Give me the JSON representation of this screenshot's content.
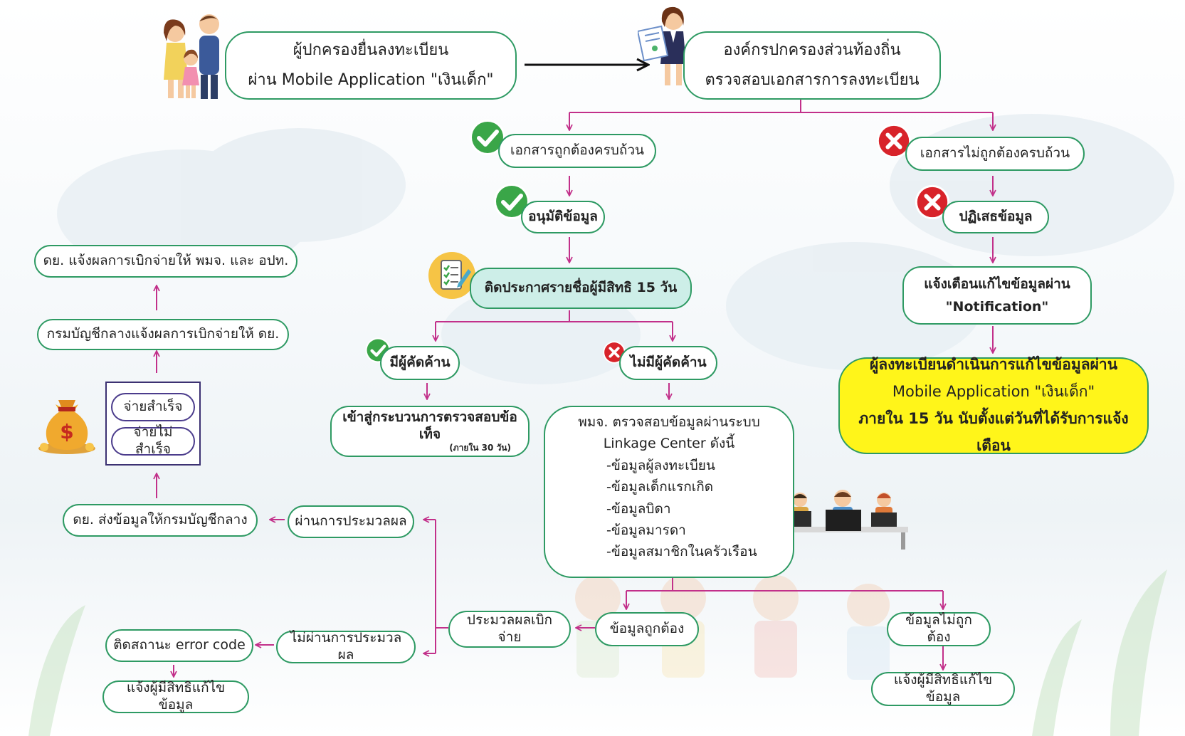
{
  "nodes": {
    "parent_register": [
      "ผู้ปกครองยื่นลงทะเบียน",
      "ผ่าน Mobile Application \"เงินเด็ก\""
    ],
    "local_gov_check": [
      "องค์กรปกครองส่วนท้องถิ่น",
      "ตรวจสอบเอกสารการลงทะเบียน"
    ],
    "docs_complete": "เอกสารถูกต้องครบถ้วน",
    "docs_incomplete": "เอกสารไม่ถูกต้องครบถ้วน",
    "approve": "อนุมัติข้อมูล",
    "reject": "ปฏิเสธข้อมูล",
    "announce": "ติดประกาศรายชื่อผู้มีสิทธิ 15 วัน",
    "notify_fix": [
      "แจ้งเตือนแก้ไขข้อมูลผ่าน",
      "\"Notification\""
    ],
    "registrant_fix": [
      "ผู้ลงทะเบียนดำเนินการแก้ไขข้อมูลผ่าน",
      "Mobile Application \"เงินเด็ก\"",
      "ภายใน 15 วัน นับตั้งแต่วันที่ได้รับการแจ้งเตือน"
    ],
    "has_objection": "มีผู้คัดค้าน",
    "no_objection": "ไม่มีผู้คัดค้าน",
    "fact_check": "เข้าสู่กระบวนการตรวจสอบข้อเท็จ",
    "fact_check_note": "(ภายใน 30 วัน)",
    "linkage_check": {
      "title": [
        "พมจ. ตรวจสอบข้อมูลผ่านระบบ",
        "Linkage Center ดังนี้"
      ],
      "items": [
        "-ข้อมูลผู้ลงทะเบียน",
        "-ข้อมูลเด็กแรกเกิด",
        "-ข้อมูลบิดา",
        "-ข้อมูลมารดา",
        "-ข้อมูลสมาชิกในครัวเรือน"
      ]
    },
    "data_correct": "ข้อมูลถูกต้อง",
    "data_incorrect": "ข้อมูลไม่ถูกต้อง",
    "notify_eligible_fix_right": "แจ้งผู้มีสิทธิแก้ไขข้อมูล",
    "process_disbursement": "ประมวลผลเบิกจ่าย",
    "process_pass": "ผ่านการประมวลผล",
    "process_fail": "ไม่ผ่านการประมวลผล",
    "error_code": "ติดสถานะ error code",
    "notify_eligible_fix_left": "แจ้งผู้มีสิทธิแก้ไขข้อมูล",
    "send_to_cgd": "ดย. ส่งข้อมูลให้กรมบัญชีกลาง",
    "pay_success": "จ่ายสำเร็จ",
    "pay_fail": "จ่ายไม่สำเร็จ",
    "cgd_report": "กรมบัญชีกลางแจ้งผลการเบิกจ่ายให้ ดย.",
    "dy_report": "ดย. แจ้งผลการเบิกจ่ายให้ พมจ. และ อปท."
  },
  "colors": {
    "box_border": "#2e9a63",
    "connector": "#c2308a",
    "main_arrow": "#111111",
    "highlight": "#fff51a",
    "teal_fill": "#cdeee8",
    "check_green": "#3aa648",
    "cross_red": "#d8232a"
  },
  "icons": [
    "family-illustration",
    "officer-document-illustration",
    "check-icon",
    "cross-icon",
    "notice-board-icon",
    "money-bag-icon",
    "office-workers-illustration"
  ]
}
